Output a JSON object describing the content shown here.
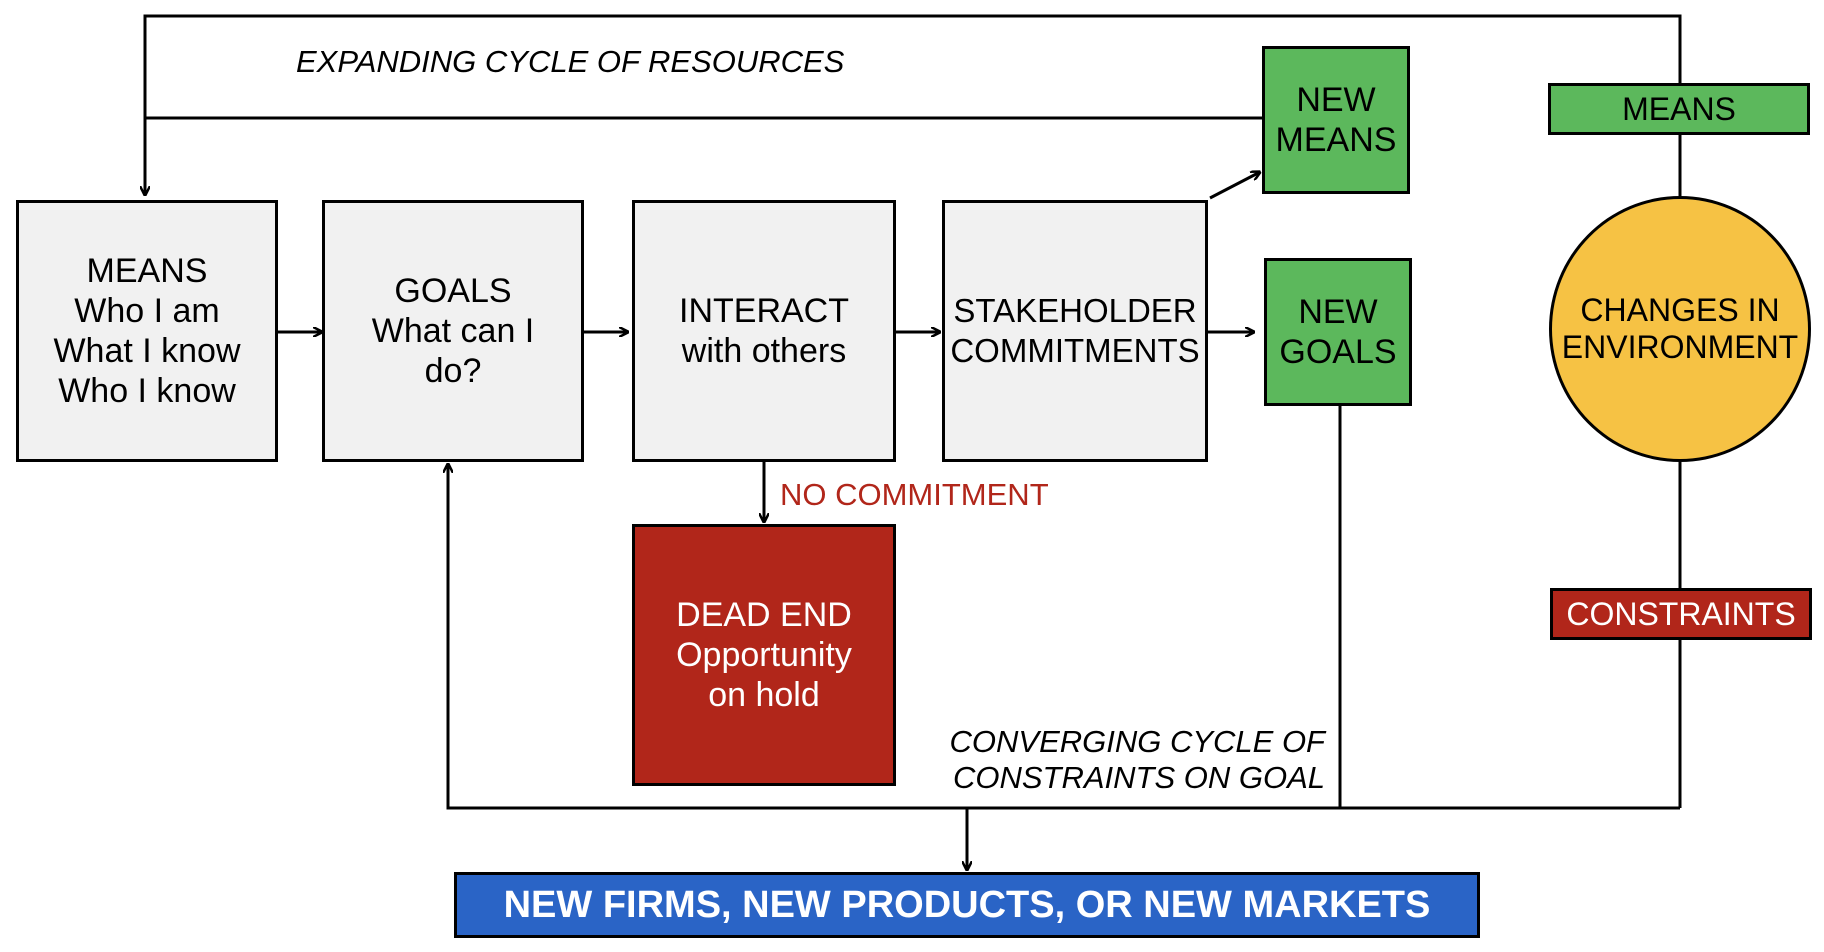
{
  "top_label": "EXPANDING CYCLE OF RESOURCES",
  "means_box": [
    "MEANS",
    "Who I am",
    "What I know",
    "Who I know"
  ],
  "goals_box": [
    "GOALS",
    "What can I",
    "do?"
  ],
  "interact_box": [
    "INTERACT",
    "with others"
  ],
  "stakeholder_box": [
    "STAKEHOLDER",
    "COMMITMENTS"
  ],
  "new_means_box": [
    "NEW",
    "MEANS"
  ],
  "new_goals_box": [
    "NEW",
    "GOALS"
  ],
  "means_tag": "MEANS",
  "environment_circle": [
    "CHANGES IN",
    "ENVIRONMENT"
  ],
  "constraints_tag": "CONSTRAINTS",
  "no_commitment_label": "NO COMMITMENT",
  "dead_end_box": [
    "DEAD END",
    "Opportunity",
    "on hold"
  ],
  "converging_label": [
    "CONVERGING CYCLE OF",
    "CONSTRAINTS ON GOAL"
  ],
  "outcome_bar": "NEW FIRMS, NEW PRODUCTS, OR NEW MARKETS",
  "colors": {
    "box_grey": "#f1f1f1",
    "green": "#5cb85c",
    "red": "#b1261a",
    "blue": "#2a64c6",
    "yellow": "#f6c244"
  }
}
